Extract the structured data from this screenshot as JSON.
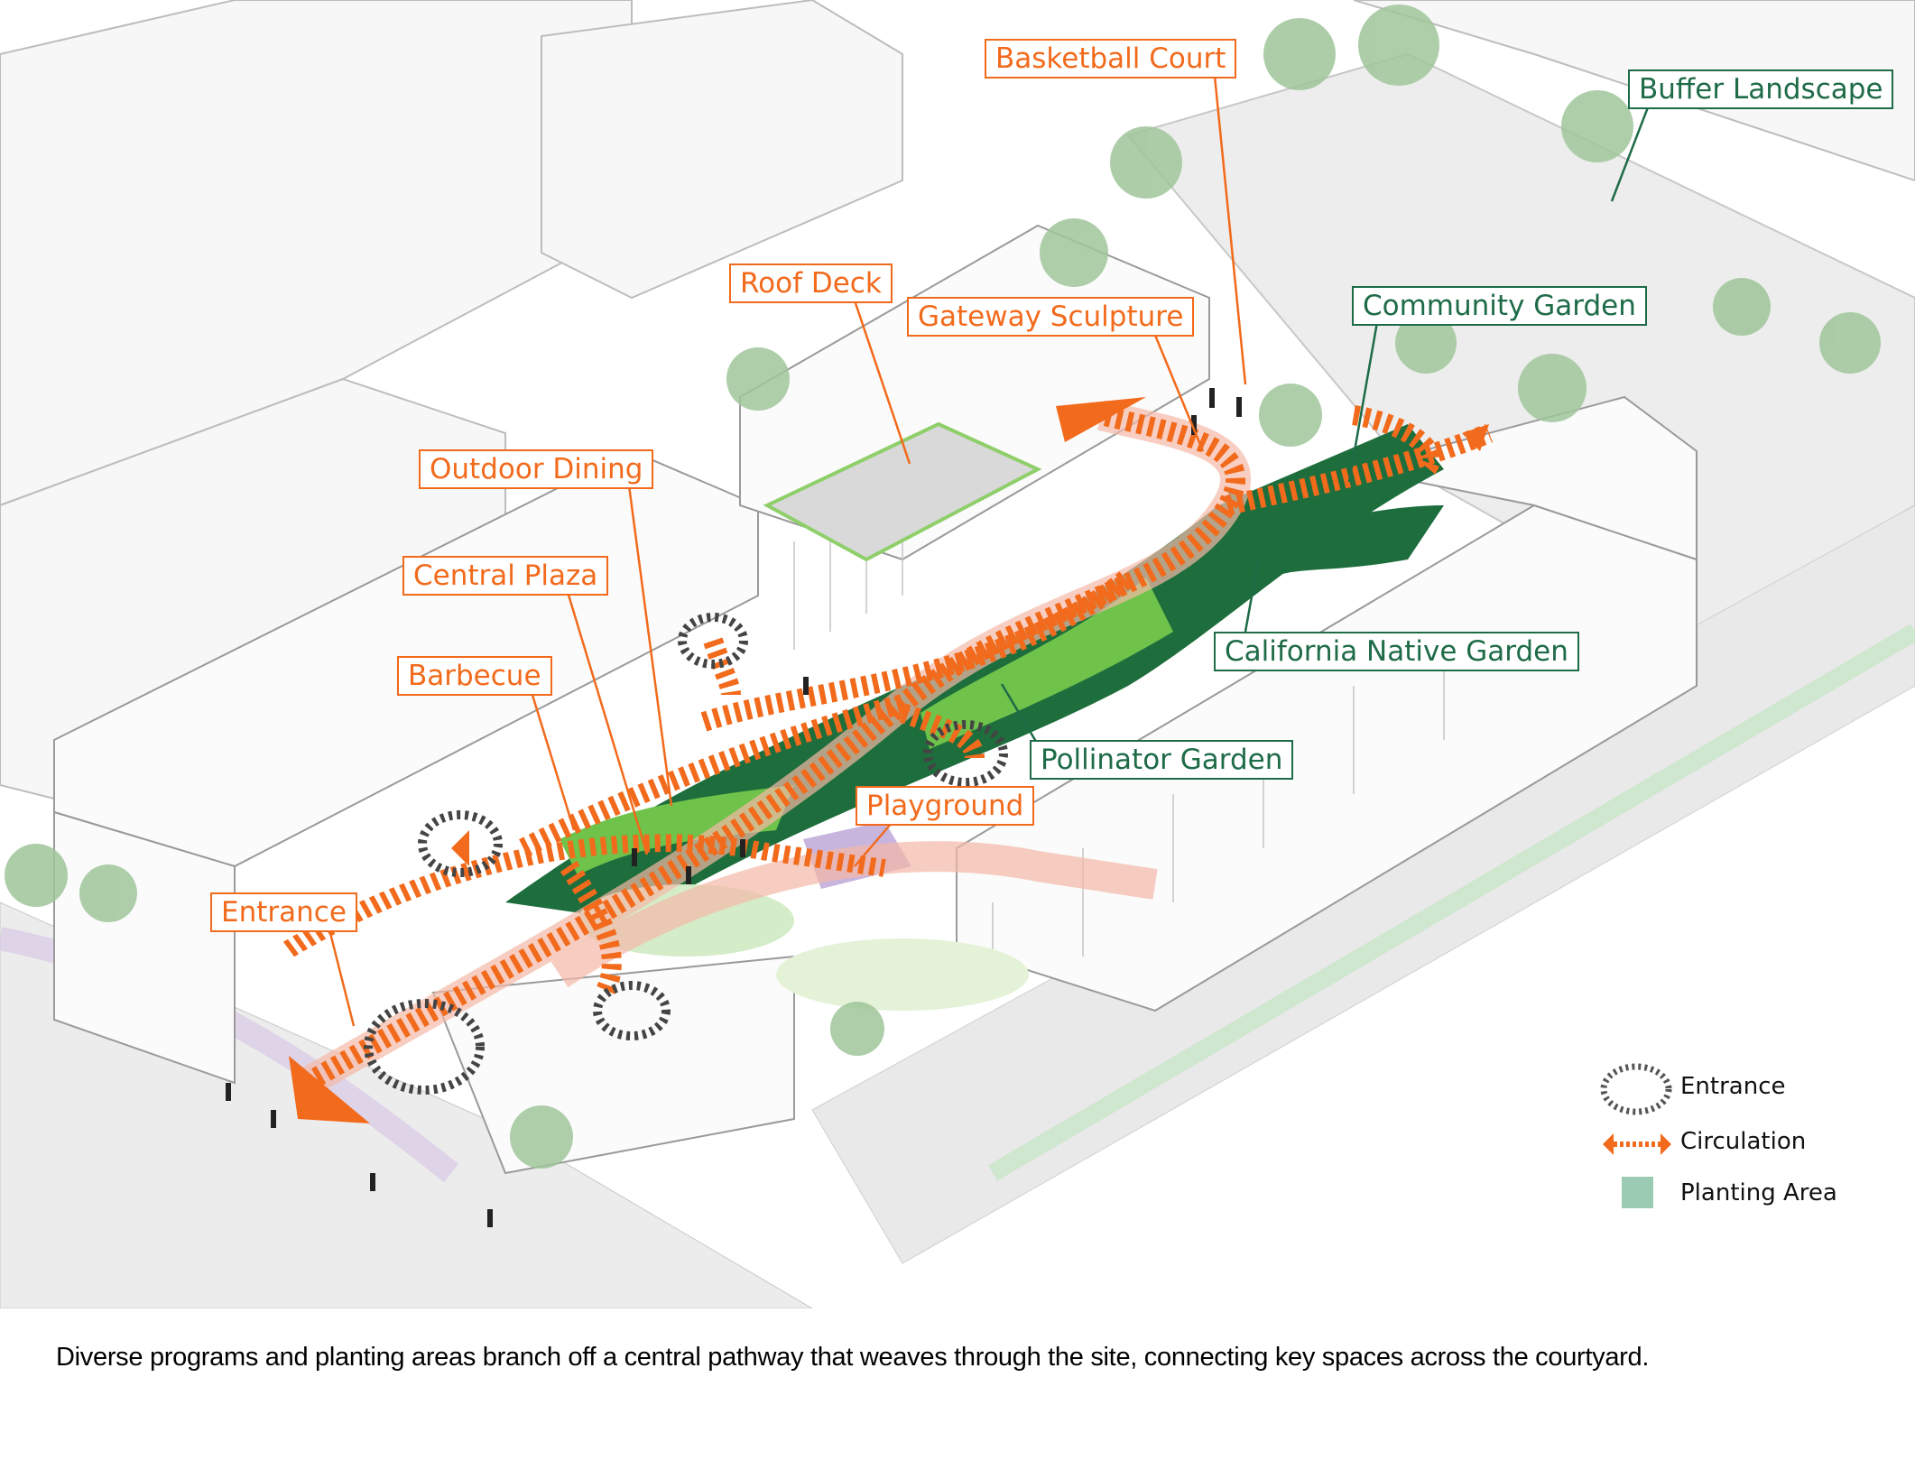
{
  "labels": {
    "basketball_court": "Basketball Court",
    "buffer_landscape": "Buffer Landscape",
    "roof_deck": "Roof Deck",
    "gateway_sculpture": "Gateway Sculpture",
    "community_garden": "Community Garden",
    "outdoor_dining": "Outdoor Dining",
    "central_plaza": "Central Plaza",
    "barbecue": "Barbecue",
    "california_native_garden": "California Native Garden",
    "pollinator_garden": "Pollinator Garden",
    "playground": "Playground",
    "entrance": "Entrance"
  },
  "legend": {
    "entrance": "Entrance",
    "circulation": "Circulation",
    "planting_area": "Planting Area"
  },
  "caption": "Diverse programs and planting areas branch off a central pathway that weaves through the site, connecting key spaces across the courtyard.",
  "colors": {
    "program_orange": "#f26a1b",
    "garden_green": "#1e6b47",
    "planting_fill": "#9ccbb4",
    "entrance_gray": "#555555"
  }
}
